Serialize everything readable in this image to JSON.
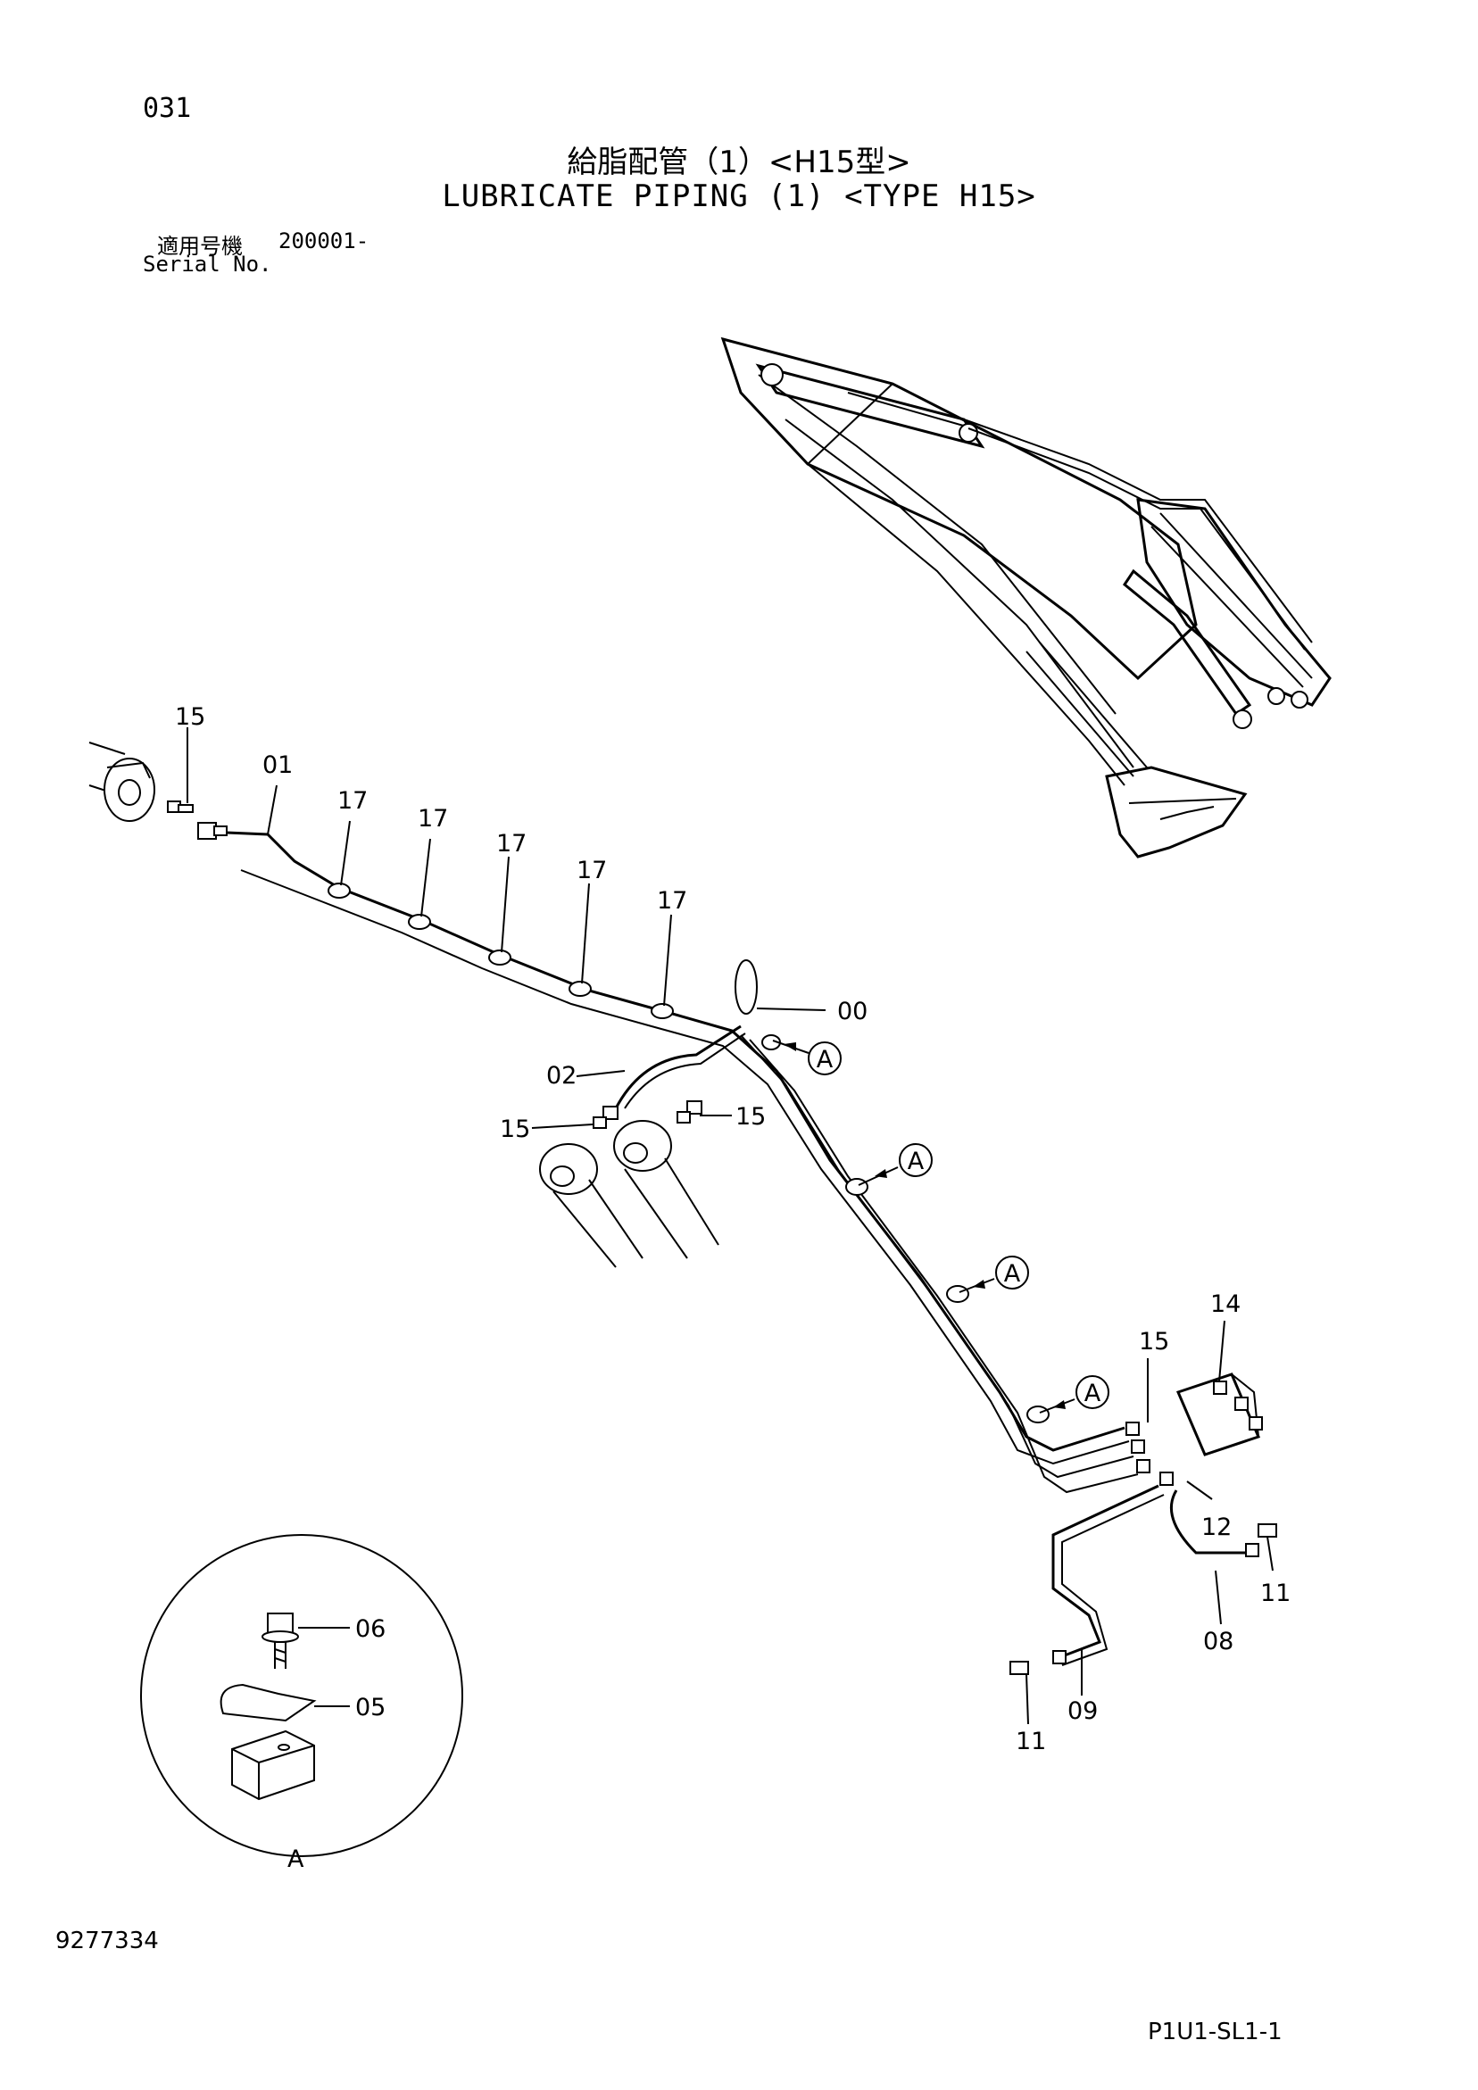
{
  "header": {
    "page_number": "031",
    "title_jp": "給脂配管（1）<H15型>",
    "title_en": "LUBRICATE PIPING (1) <TYPE H15>",
    "serial_label_jp": "適用号機",
    "serial_value": "200001-",
    "serial_label_en": "Serial No."
  },
  "callouts": {
    "c00": "00",
    "c01": "01",
    "c02": "02",
    "c05": "05",
    "c06": "06",
    "c08": "08",
    "c09": "09",
    "c11": "11",
    "c12": "12",
    "c14": "14",
    "c15": "15",
    "c17": "17"
  },
  "view_marker": "A",
  "detail_view_label": "A",
  "footer": {
    "document_number": "9277334",
    "page_code": "P1U1-SL1-1"
  }
}
